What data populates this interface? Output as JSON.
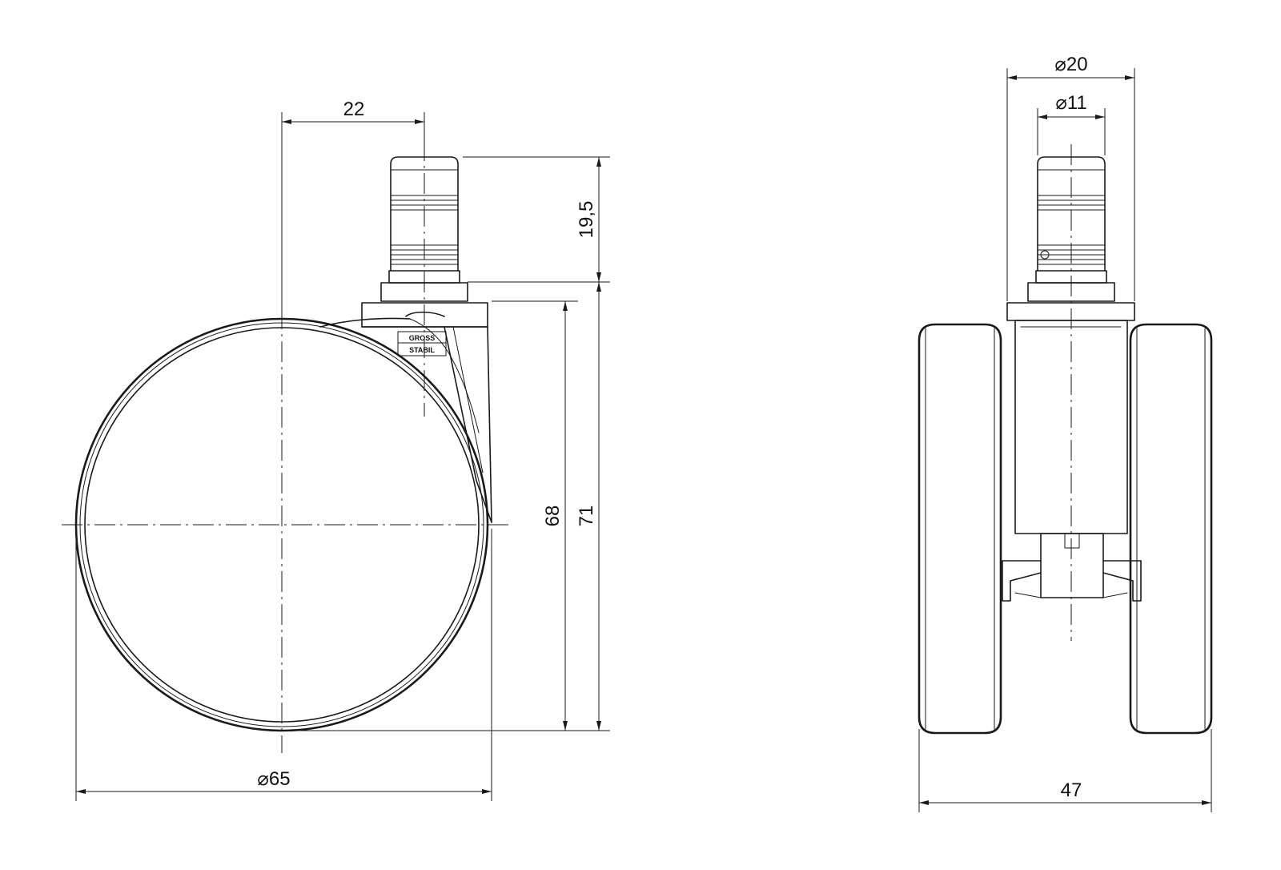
{
  "drawing": {
    "side_view": {
      "dimensions": {
        "offset": "22",
        "stem_height": "19,5",
        "wheel_height": "68",
        "total_height": "71",
        "wheel_diameter": "⌀65"
      },
      "logo": {
        "line1": "GROSS",
        "line2": "STABIL"
      }
    },
    "front_view": {
      "dimensions": {
        "collar_diameter": "⌀20",
        "stem_diameter": "⌀11",
        "total_width": "47"
      }
    }
  }
}
